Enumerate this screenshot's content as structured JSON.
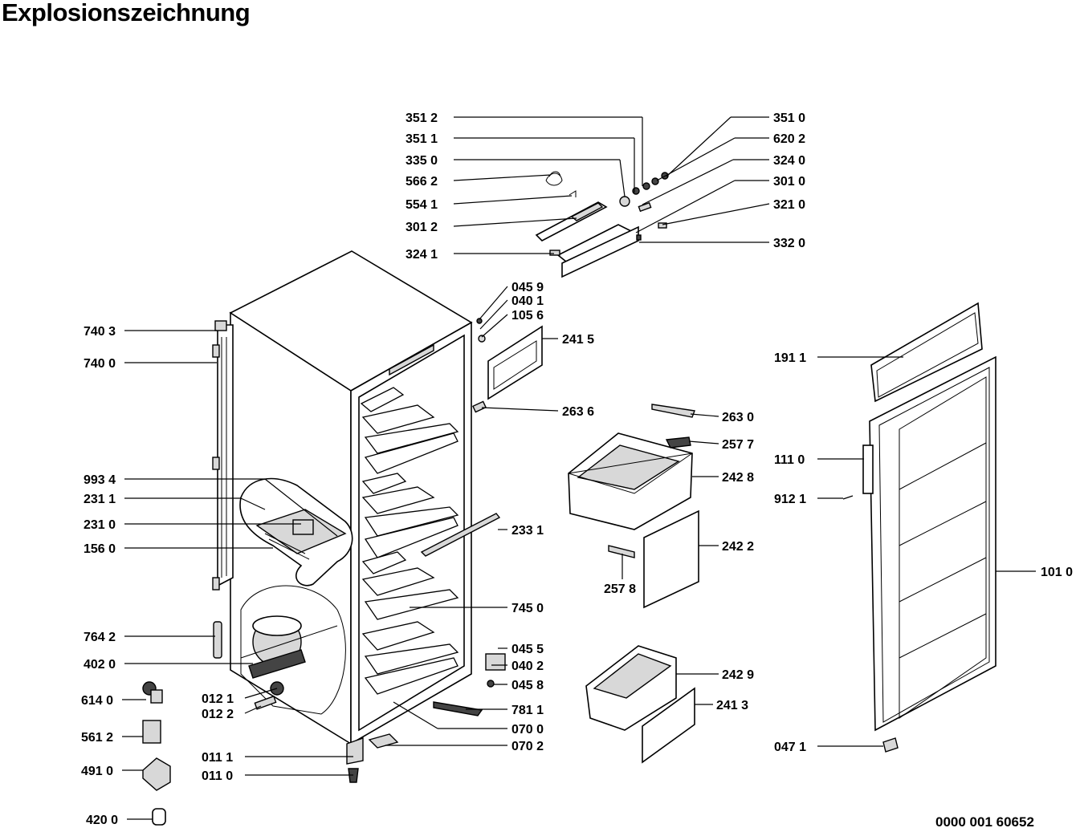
{
  "title": "Explosionszeichnung",
  "reference_number": "0000 001 60652",
  "labels": [
    "351 2",
    "351 1",
    "335 0",
    "566 2",
    "554 1",
    "301 2",
    "324 1",
    "351 0",
    "620 2",
    "324 0",
    "301 0",
    "321 0",
    "332 0",
    "045 9",
    "040 1",
    "105 6",
    "241 5",
    "263 6",
    "740 3",
    "740 0",
    "993 4",
    "231 1",
    "231 0",
    "156 0",
    "764 2",
    "402 0",
    "614 0",
    "561 2",
    "491 0",
    "420 0",
    "012 1",
    "012 2",
    "011 1",
    "011 0",
    "233 1",
    "745 0",
    "045 5",
    "040 2",
    "045 8",
    "781 1",
    "070 0",
    "070 2",
    "263 0",
    "257 7",
    "242 8",
    "242 2",
    "257 8",
    "242 9",
    "241 3",
    "191 1",
    "111 0",
    "912 1",
    "101 0",
    "047 1"
  ]
}
